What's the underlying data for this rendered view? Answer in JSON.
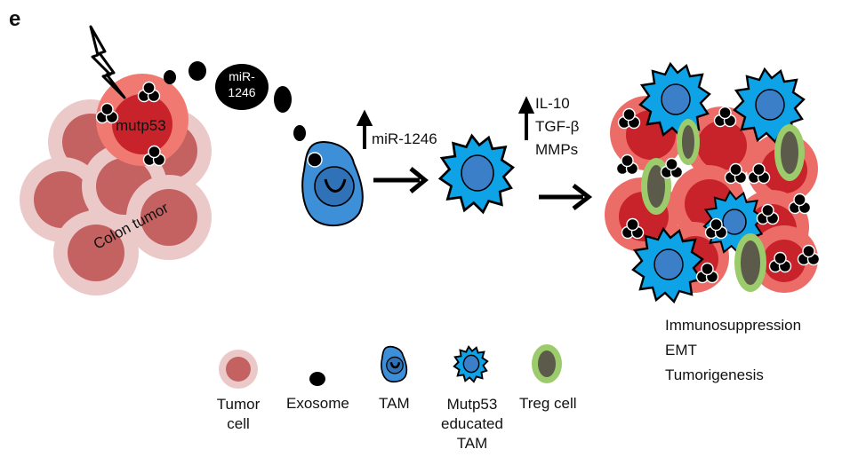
{
  "panel_label": "e",
  "labels": {
    "mutp53": "mutp53",
    "colon_tumor": "Colon tumor",
    "mir_bubble_line1": "miR-",
    "mir_bubble_line2": "1246",
    "mir_up": "miR-1246",
    "il10": "IL-10",
    "tgfb": "TGF-β",
    "mmps": "MMPs"
  },
  "outcomes": [
    "Immunosuppression",
    "EMT",
    "Tumorigenesis"
  ],
  "legend": {
    "tumor_cell": [
      "Tumor",
      "cell"
    ],
    "exosome": "Exosome",
    "tam": "TAM",
    "educated_tam": [
      "Mutp53",
      "educated",
      "TAM"
    ],
    "treg": "Treg cell"
  },
  "colors": {
    "tumor_pink_light": "#e8c4c4",
    "tumor_pink_dark": "#c66060",
    "mutp53_outer": "#f07a72",
    "mutp53_inner": "#c8222b",
    "tam_blue": "#3d8fd8",
    "educated_blue": "#0ea3e6",
    "treg_green": "#9ccb6b",
    "treg_inner": "#5c5a4a"
  },
  "icons": [
    "lightning-icon",
    "arrow-icon",
    "exosome-icon"
  ]
}
